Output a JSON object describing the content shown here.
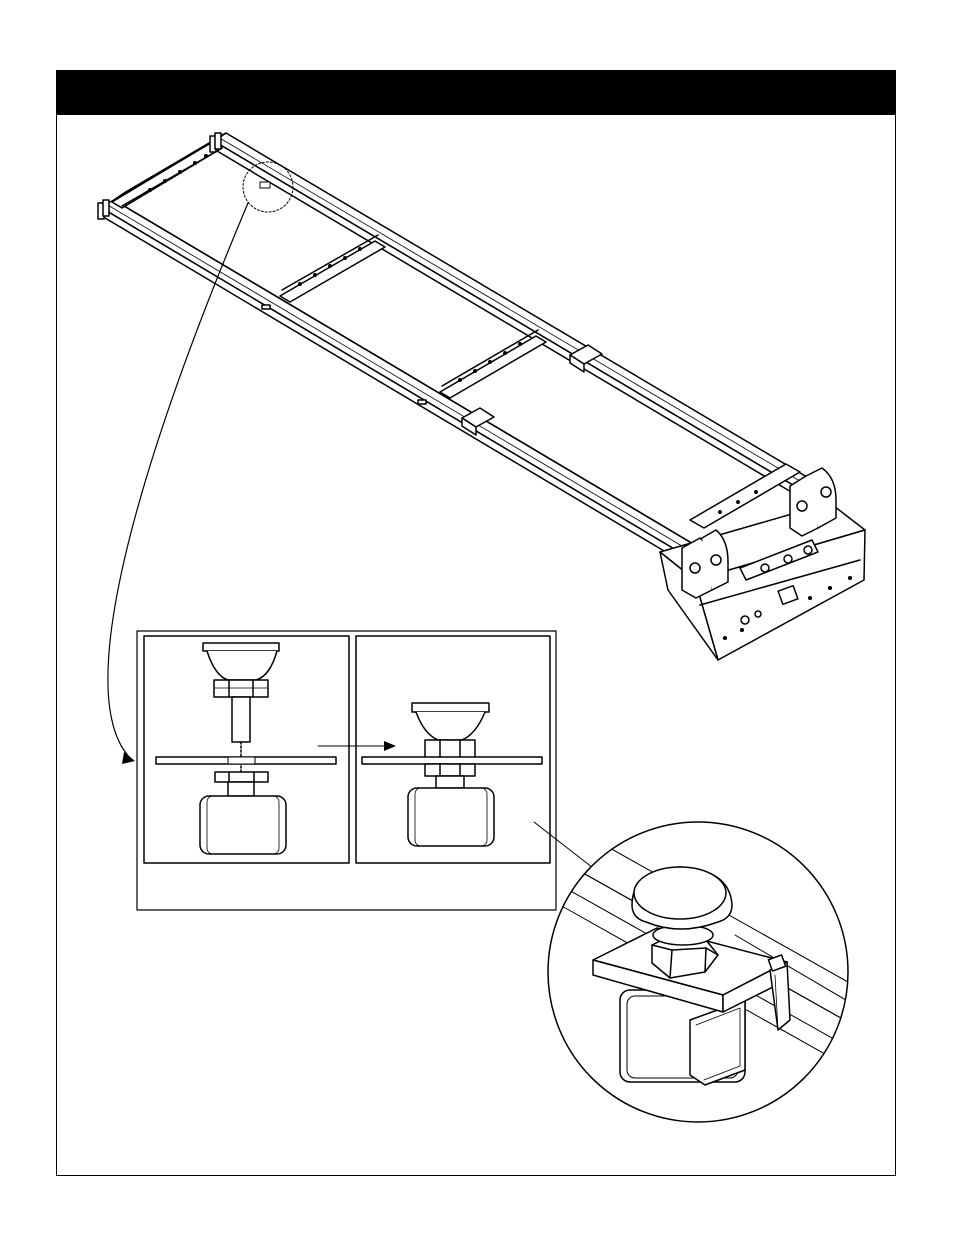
{
  "header": {
    "title": "",
    "color": "#000000"
  },
  "figure": {
    "line_color": "#000000",
    "background": "#ffffff",
    "parts": [
      "chassis-frame",
      "detail-callout-circle",
      "before-panel",
      "after-panel",
      "magnified-fastener-view"
    ]
  }
}
